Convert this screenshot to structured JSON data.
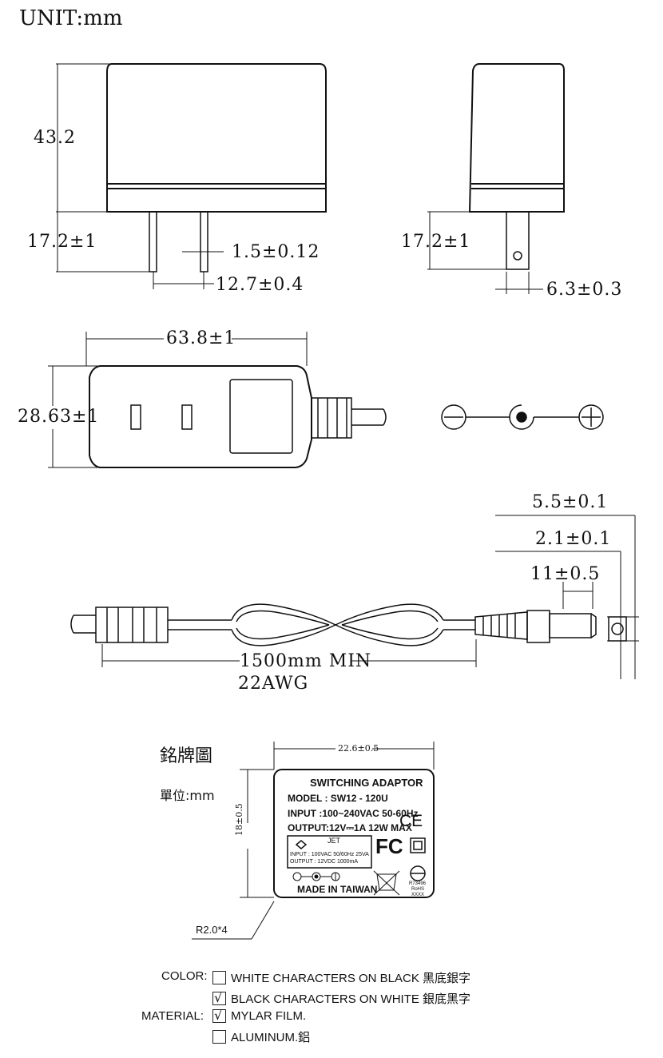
{
  "unit_label": "UNIT:mm",
  "dimensions": {
    "front_height": "43.2",
    "prong_length_front": "17.2±1",
    "prong_width": "1.5±0.12",
    "prong_spacing": "12.7±0.4",
    "prong_length_side": "17.2±1",
    "prong_thickness": "6.3±0.3",
    "body_length": "63.8±1",
    "body_width": "28.63±1",
    "plug_od": "5.5±0.1",
    "plug_id": "2.1±0.1",
    "plug_length": "11±0.5",
    "cable_length": "1500mm MIN",
    "cable_gauge": "22AWG"
  },
  "nameplate": {
    "title_cn": "銘牌圖",
    "unit_cn": "單位:mm",
    "width_dim": "22.6±0.5",
    "height_dim": "18±0.5",
    "corner_radius": "R2.0*4",
    "lines": {
      "heading": "SWITCHING ADAPTOR",
      "model": "MODEL : SW12 - 120U",
      "input": "INPUT :100~240VAC 50-60Hz",
      "output": "OUTPUT:12V⎓1A 12W MAX",
      "jet": "JET",
      "jet_input": "INPUT : 100VAC 50/60Hz 25VA",
      "jet_output": "OUTPUT : 12VDC 1000mA",
      "made_in": "MADE IN TAIWAN",
      "ce_mark": "CE",
      "fc_mark": "FC",
      "cert_no": "R73496",
      "rohs": "RoHS",
      "xxxx": "XXXX"
    }
  },
  "options": {
    "color_label": "COLOR:",
    "color_white": "WHITE CHARACTERS ON BLACK 黑底銀字",
    "color_black": "BLACK CHARACTERS ON WHITE 銀底黑字",
    "material_label": "MATERIAL:",
    "material_mylar": "MYLAR FILM.",
    "material_aluminum": "ALUMINUM.鋁",
    "checked": {
      "color_white": false,
      "color_black": true,
      "material_mylar": true,
      "material_aluminum": false
    }
  }
}
